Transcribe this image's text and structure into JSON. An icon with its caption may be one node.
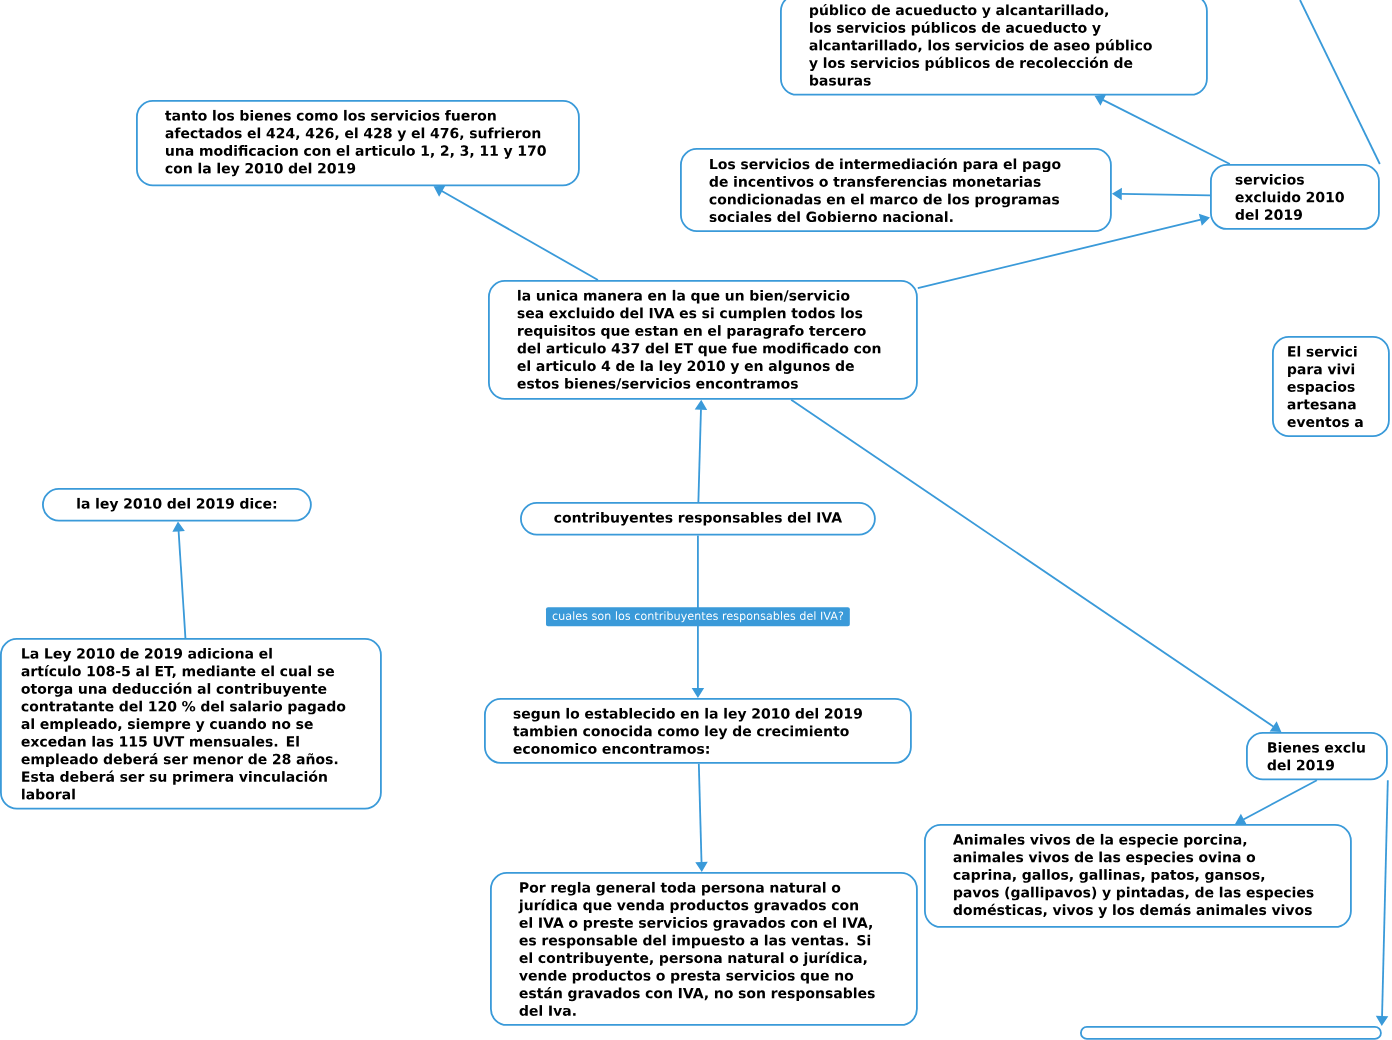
{
  "diagram": {
    "nodes": [
      {
        "text": [
          "tanto los bienes como los servicios fueron afectados el 424, 426, el 428 y el 476, sufrieron una modificacion con el articulo 1, 2, 3, 11 y 170 con la ley 2010 del 2019"
        ]
      },
      {
        "text": [
          "público de acueducto y alcantarillado, los servicios públicos de acueducto y alcantarillado, los servicios de aseo público y los servicios públicos de recolección de basuras"
        ]
      },
      {
        "text": [
          "Los servicios de intermediación para el pago de incentivos o transferencias monetarias condicionadas en el marco de los programas sociales del Gobierno nacional."
        ]
      },
      {
        "text": [
          "servicios excluido 2010 del 2019"
        ]
      },
      {
        "text": [
          "la unica manera en la que un bien/servicio sea excluido del IVA es si cumplen todos los requisitos que estan en el paragrafo tercero del articulo 437 del ET que fue modificado con el articulo 4 de la ley 2010 y en algunos de estos bienes/servicios encontramos"
        ]
      },
      {
        "text": [
          "El servici para vivi espacios artesana eventos a"
        ]
      },
      {
        "text": [
          "la ley 2010 del 2019 dice:"
        ]
      },
      {
        "text": [
          "contribuyentes responsables del IVA"
        ]
      },
      {
        "text": [
          "La Ley 2010 de 2019 adiciona el artículo 108-5 al ET, mediante el cual se otorga una deducción al contribuyente contratante del 120 % del salario pagado al empleado, siempre y cuando no se excedan las 115 UVT mensuales. El empleado deberá ser menor de 28 años. Esta deberá ser su primera vinculación laboral"
        ]
      },
      {
        "text": [
          "segun lo establecido en la ley 2010 del 2019 tambien conocida como ley de crecimiento economico encontramos:"
        ]
      },
      {
        "text": [
          "Bienes exclu del 2019"
        ]
      },
      {
        "text": [
          "Animales vivos de la especie porcina, animales vivos de las especies ovina o caprina, gallos, gallinas, patos, gansos, pavos (gallipavos) y pintadas, de las especies domésticas, vivos y los demás animales vivos"
        ]
      },
      {
        "text": [
          "Por regla general toda persona natural o jurídica que venda productos gravados con el IVA o preste servicios gravados con el IVA, es responsable del impuesto a las ventas. Si el contribuyente, persona natural o jurídica, vende productos o presta servicios que no están gravados con IVA, no son responsables del Iva."
        ]
      },
      {
        "text": [],
        "shape": "box"
      }
    ],
    "edges": [
      {
        "from": 4,
        "to": 0,
        "arrow": "to"
      },
      {
        "from": 3,
        "to": 1,
        "arrow": "to"
      },
      {
        "from": 3,
        "to": 2,
        "arrow": "to"
      },
      {
        "from": 4,
        "to": 3,
        "arrow": "to"
      },
      {
        "from": 3,
        "to": null,
        "arrow": "none"
      },
      {
        "from": 4,
        "to": 10,
        "arrow": "to"
      },
      {
        "from": 7,
        "to": 4,
        "arrow": "to"
      },
      {
        "from": 7,
        "to": 9,
        "arrow": "to",
        "label": "cuales son los contribuyentes responsables del IVA?"
      },
      {
        "from": 9,
        "to": 12,
        "arrow": "to"
      },
      {
        "from": 8,
        "to": 6,
        "arrow": "to"
      },
      {
        "from": 10,
        "to": 11,
        "arrow": "to"
      },
      {
        "from": 10,
        "to": 13,
        "arrow": "to"
      }
    ]
  }
}
